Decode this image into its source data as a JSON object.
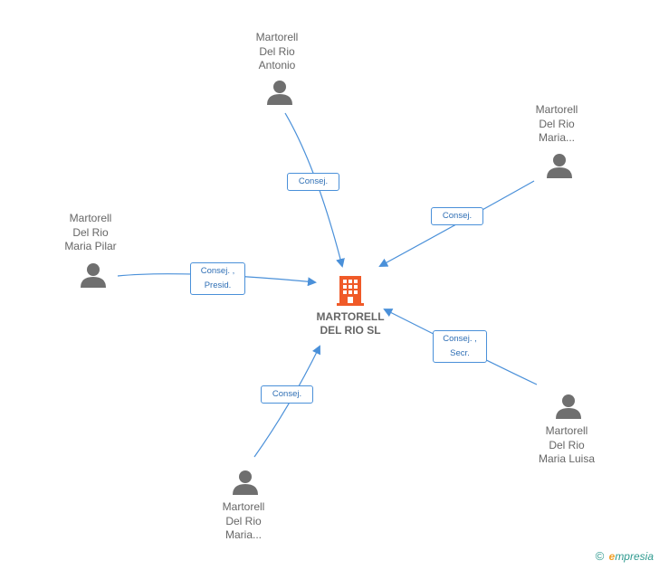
{
  "company": {
    "name": "MARTORELL\nDEL RIO SL",
    "icon": "building-icon",
    "color": "#f05a28"
  },
  "people": [
    {
      "id": "antonio",
      "name": "Martorell\nDel Rio\nAntonio",
      "icon": "person-icon"
    },
    {
      "id": "maria-top-right",
      "name": "Martorell\nDel Rio\nMaria...",
      "icon": "person-icon"
    },
    {
      "id": "maria-pilar",
      "name": "Martorell\nDel Rio\nMaria Pilar",
      "icon": "person-icon"
    },
    {
      "id": "maria-luisa",
      "name": "Martorell\nDel Rio\nMaria Luisa",
      "icon": "person-icon"
    },
    {
      "id": "maria-bottom",
      "name": "Martorell\nDel Rio\nMaria...",
      "icon": "person-icon"
    }
  ],
  "edges": [
    {
      "from": "antonio",
      "label": "Consej."
    },
    {
      "from": "maria-top-right",
      "label": "Consej."
    },
    {
      "from": "maria-pilar",
      "label": "Consej. ,\nPresid."
    },
    {
      "from": "maria-luisa",
      "label": "Consej. ,\nSecr."
    },
    {
      "from": "maria-bottom",
      "label": "Consej."
    }
  ],
  "colors": {
    "edge": "#4a90d9",
    "person": "#6f6f6f",
    "label_text": "#2f6fb5"
  },
  "footer": {
    "copyright": "©",
    "brand_initial": "e",
    "brand_rest": "mpresia"
  }
}
